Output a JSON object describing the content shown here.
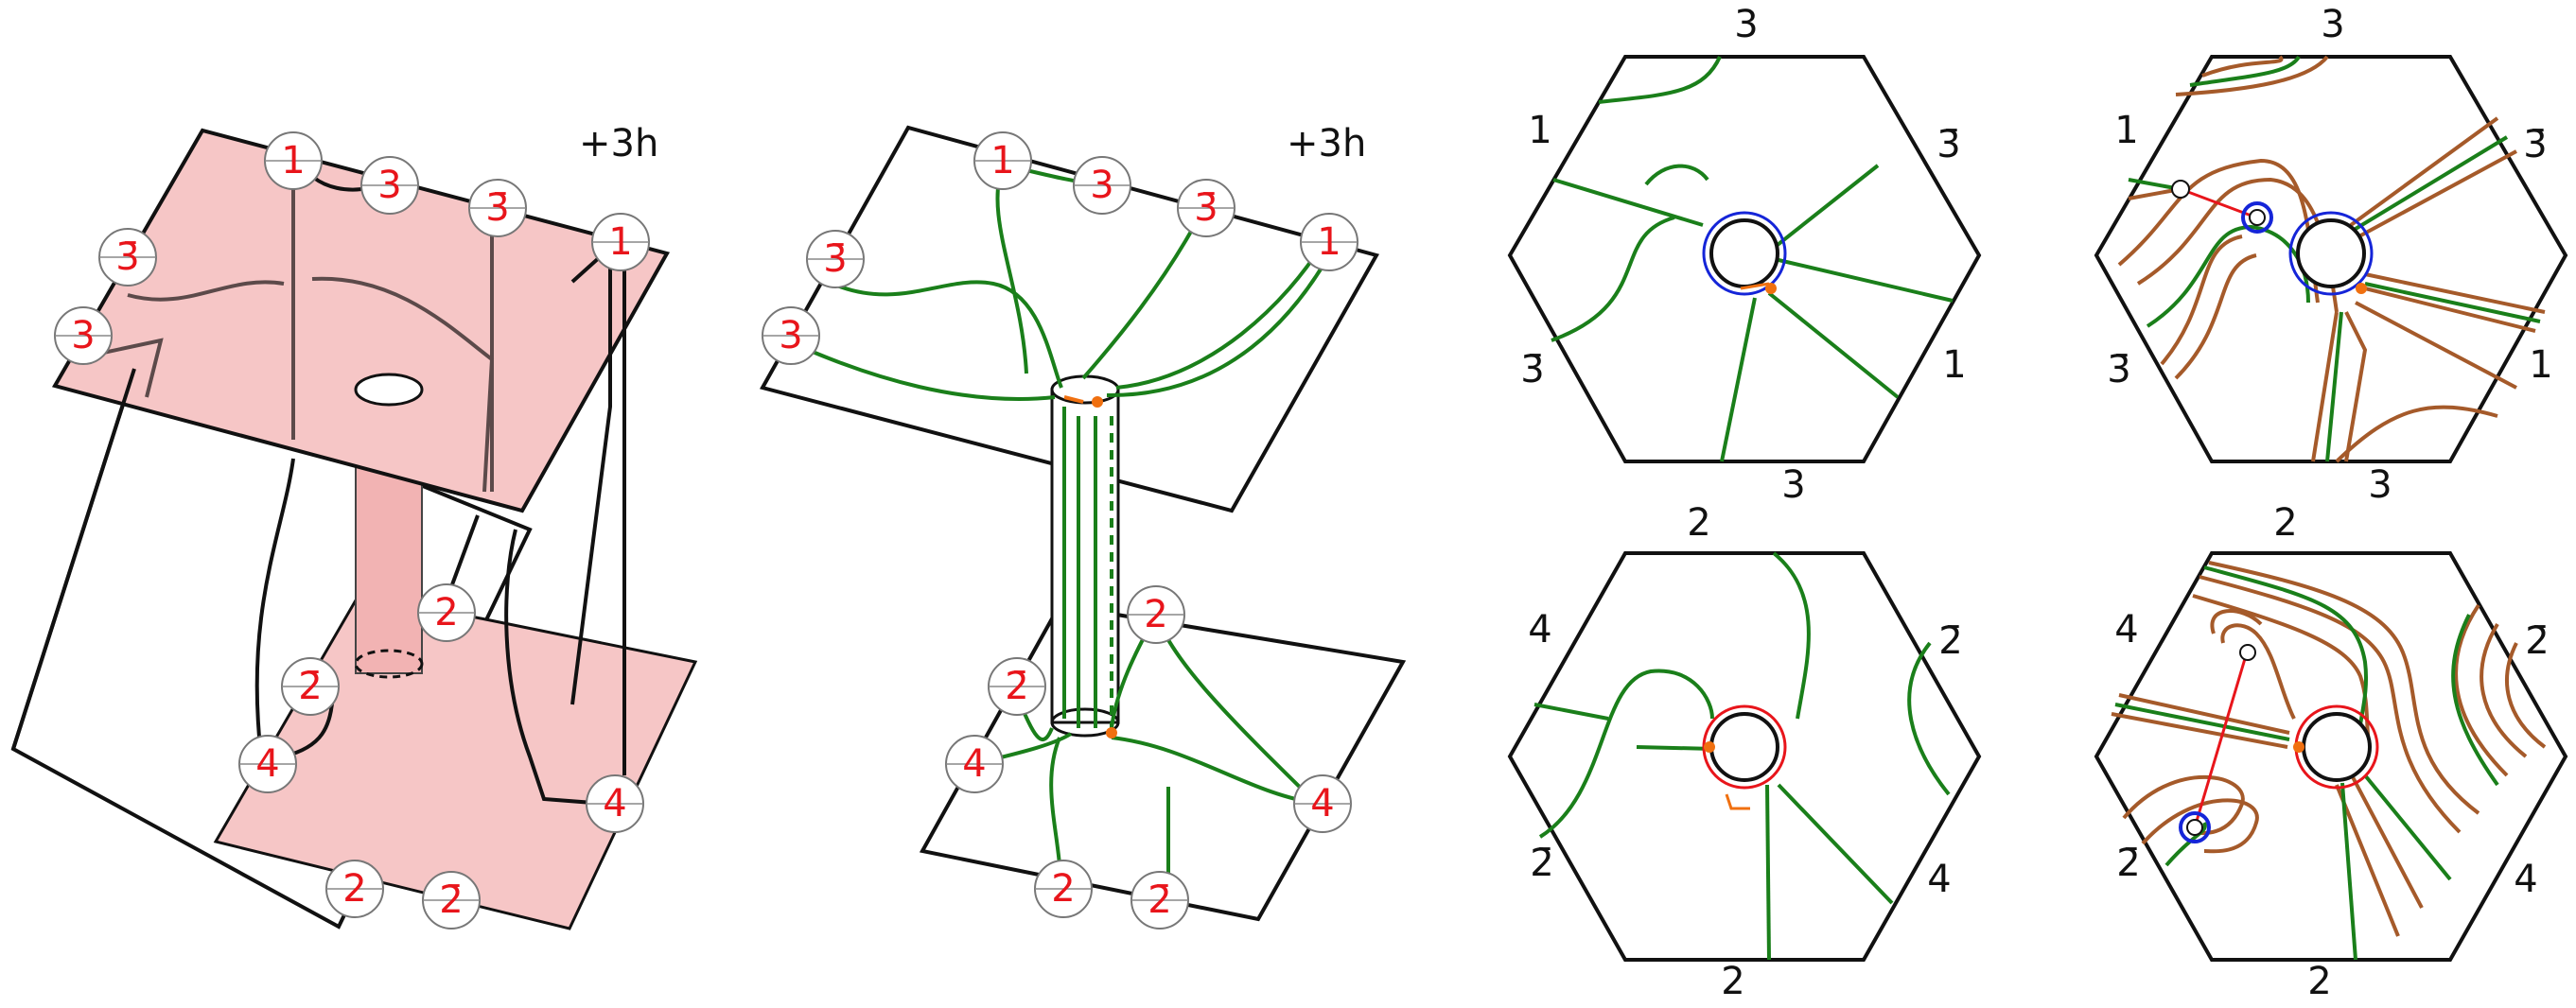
{
  "colors": {
    "sheet_fill": "#f6c6c6",
    "tube_fill": "#f2b3b3",
    "curve_green": "#1a7f1a",
    "curve_brown": "#a55a2a",
    "marker_orange": "#f07010",
    "circle_blue": "#1525d8",
    "circle_red": "#e8151b",
    "label_red": "#e8151b",
    "outline": "#111111"
  },
  "panel_a": {
    "shift_label": "+3h",
    "upper_labels": [
      "1",
      "3",
      "3̄",
      "1",
      "3̄",
      "3"
    ],
    "lower_labels": [
      "2",
      "2̄",
      "4",
      "4",
      "2",
      "2̄"
    ]
  },
  "panel_b": {
    "shift_label": "+3h",
    "upper_labels": [
      "1",
      "3",
      "3̄",
      "1",
      "3̄",
      "3"
    ],
    "lower_labels": [
      "2",
      "2̄",
      "4",
      "4",
      "2",
      "2̄"
    ]
  },
  "hexagons": {
    "top_left": {
      "edges": [
        "3",
        "3̄",
        "1",
        "3",
        "3̄",
        "1"
      ]
    },
    "top_right": {
      "edges": [
        "3",
        "3̄",
        "1",
        "3",
        "3̄",
        "1"
      ]
    },
    "bottom_left": {
      "edges": [
        "2",
        "2̄",
        "4",
        "2",
        "2̄",
        "4"
      ]
    },
    "bottom_right": {
      "edges": [
        "2",
        "2̄",
        "4",
        "2",
        "2̄",
        "4"
      ]
    }
  }
}
